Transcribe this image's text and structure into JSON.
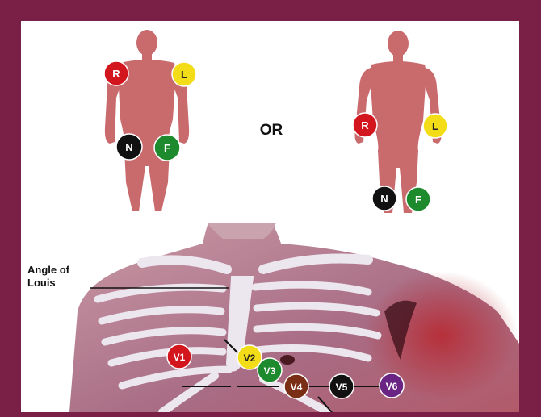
{
  "colors": {
    "frame": "#7a1f45",
    "body": "#c96a6d",
    "red_lead": "#d3151d",
    "yellow_lead": "#f2dd18",
    "black_lead": "#111111",
    "green_lead": "#1d8a2e",
    "brown_lead": "#7b2e16",
    "purple_lead": "#6a2484"
  },
  "limb_diagram": {
    "option_a": {
      "r": "R",
      "l": "L",
      "n": "N",
      "f": "F"
    },
    "separator": "OR",
    "option_b": {
      "r": "R",
      "l": "L",
      "n": "N",
      "f": "F"
    }
  },
  "chest_diagram": {
    "annotation": "Angle of Louis",
    "annotation_line1": "Angle of",
    "annotation_line2": "Louis",
    "leads": {
      "v1": "V1",
      "v2": "V2",
      "v3": "V3",
      "v4": "V4",
      "v5": "V5",
      "v6": "V6"
    }
  }
}
